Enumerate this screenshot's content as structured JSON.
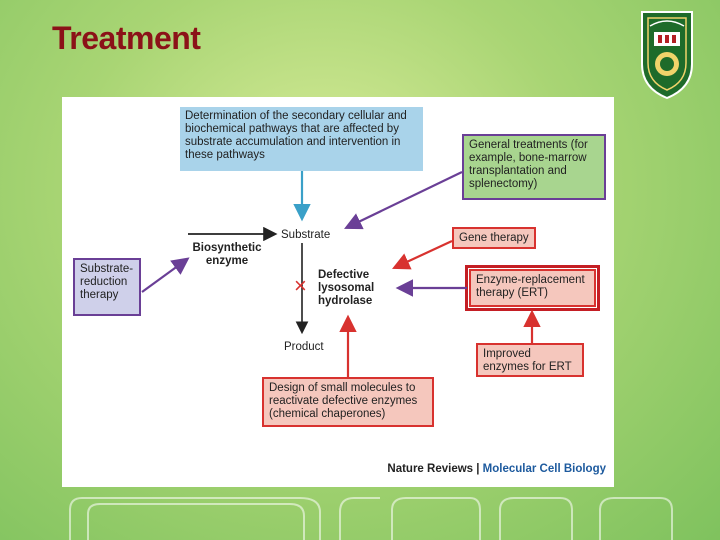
{
  "slide": {
    "title": "Treatment"
  },
  "diagram": {
    "boxes": {
      "secondary_pathways": "Determination of the secondary cellular and biochemical pathways that are affected by substrate accumulation and intervention in these pathways",
      "general_treatments": "General treatments (for example, bone-marrow transplantation and splenectomy)",
      "gene_therapy": "Gene therapy",
      "ert": "Enzyme-replacement therapy (ERT)",
      "improved_enzymes": "Improved enzymes for ERT",
      "small_molecules": "Design of small molecules to reactivate defective enzymes (chemical chaperones)",
      "substrate_reduction": "Substrate-reduction therapy"
    },
    "labels": {
      "substrate": "Substrate",
      "biosynthetic_enzyme": "Biosynthetic enzyme",
      "defective_hydrolase": "Defective lysosomal hydrolase",
      "product": "Product",
      "block_mark": "×"
    },
    "credit": {
      "journal": "Nature Reviews",
      "separator": " | ",
      "section": "Molecular Cell Biology"
    },
    "colors": {
      "blue_box": "#a9d3ea",
      "purple_border": "#6a3f96",
      "green_box": "#a8d58f",
      "pink_box": "#f5c7bd",
      "red_arrow": "#d8322f",
      "highlight_border": "#c41e24",
      "title_color": "#8b1218"
    }
  }
}
